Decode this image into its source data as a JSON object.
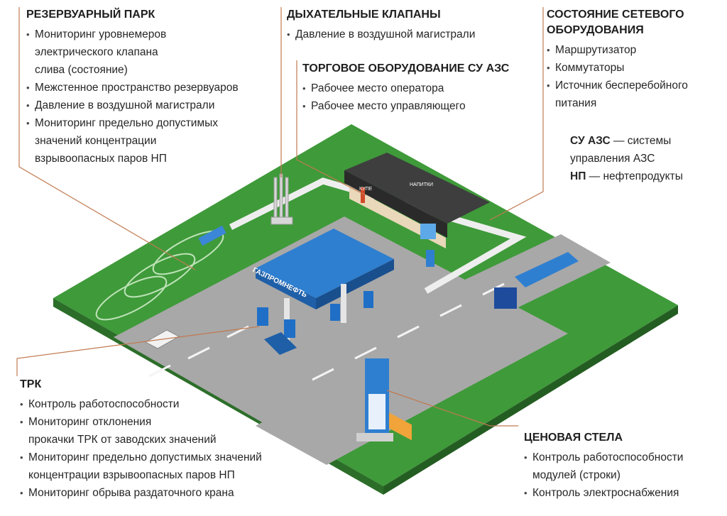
{
  "reservoir": {
    "title": "РЕЗЕРВУАРНЫЙ ПАРК",
    "items": [
      [
        "Мониторинг уровнемеров",
        "электрического клапана",
        "слива (состояние)"
      ],
      [
        "Межстенное пространство резервуаров"
      ],
      [
        "Давление в воздушной магистрали"
      ],
      [
        "Мониторинг предельно допустимых",
        "значений концентрации",
        "взрывоопасных паров НП"
      ]
    ]
  },
  "valves": {
    "title": "ДЫХАТЕЛЬНЫЕ КЛАПАНЫ",
    "items": [
      [
        "Давление в воздушной магистрали"
      ]
    ]
  },
  "trade": {
    "title": "ТОРГОВОЕ ОБОРУДОВАНИЕ СУ АЗС",
    "items": [
      [
        "Рабочее место оператора"
      ],
      [
        "Рабочее место управляющего"
      ]
    ]
  },
  "network": {
    "title_lines": [
      "СОСТОЯНИЕ СЕТЕВОГО",
      "ОБОРУДОВАНИЯ"
    ],
    "items": [
      [
        "Маршрутизатор"
      ],
      [
        "Коммутаторы"
      ],
      [
        "Источник бесперебойного",
        "питания"
      ]
    ]
  },
  "legend": {
    "su_term": "СУ АЗС",
    "su_def_1": " — системы",
    "su_def_2": "управления АЗС",
    "np_term": "НП",
    "np_def": " — нефтепродукты"
  },
  "trk": {
    "title": "ТРК",
    "items": [
      [
        "Контроль работоспособности"
      ],
      [
        "Мониторинг отклонения",
        "прокачки ТРК от заводских значений"
      ],
      [
        "Мониторинг предельно допустимых значений",
        "концентрации взрывоопасных паров НП"
      ],
      [
        "Мониторинг обрыва раздаточного крана"
      ]
    ]
  },
  "stela": {
    "title": "ЦЕНОВАЯ СТЕЛА",
    "items": [
      [
        "Контроль работоспособности",
        "модулей (строки)"
      ],
      [
        "Контроль электроснабжения"
      ]
    ]
  },
  "illustration": {
    "canopy_brand": "ГАЗПРОМНЕФТЬ",
    "shop_sign_1": "КУПЕ",
    "shop_sign_2": "НАПИТКИ"
  },
  "colors": {
    "grass": "#3f9a3a",
    "grass_edge": "#2f7a2c",
    "road": "#a9a9a9",
    "curb": "#ececec",
    "canopy": "#2f7fd0",
    "leader": "#c07a50",
    "dark": "#3a3a3a"
  }
}
